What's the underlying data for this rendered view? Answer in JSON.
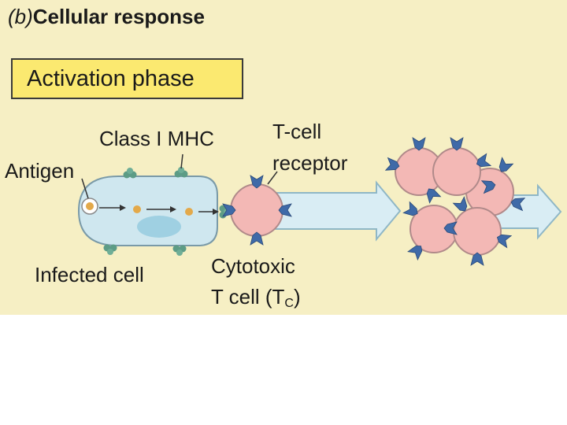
{
  "title": {
    "panel_letter": "(b)",
    "text": "Cellular response"
  },
  "phase_label": "Activation phase",
  "labels": {
    "antigen": "Antigen",
    "class_i_mhc": "Class I MHC",
    "t_cell_receptor_line1": "T-cell",
    "t_cell_receptor_line2": "receptor",
    "infected_cell": "Infected cell",
    "cytotoxic_line1": "Cytotoxic",
    "cytotoxic_line2_prefix": "T cell (T",
    "cytotoxic_subscript": "C",
    "cytotoxic_line2_suffix": ")"
  },
  "colors": {
    "background": "#f6efc4",
    "phase_box": "#fbe970",
    "infected_cell": "#cfe7ef",
    "nucleus": "#9fd0e2",
    "tcell": "#f3b8b5",
    "receptor": "#3f6aa8",
    "mhc": "#5d9c86",
    "arrow": "#d9edf4"
  }
}
